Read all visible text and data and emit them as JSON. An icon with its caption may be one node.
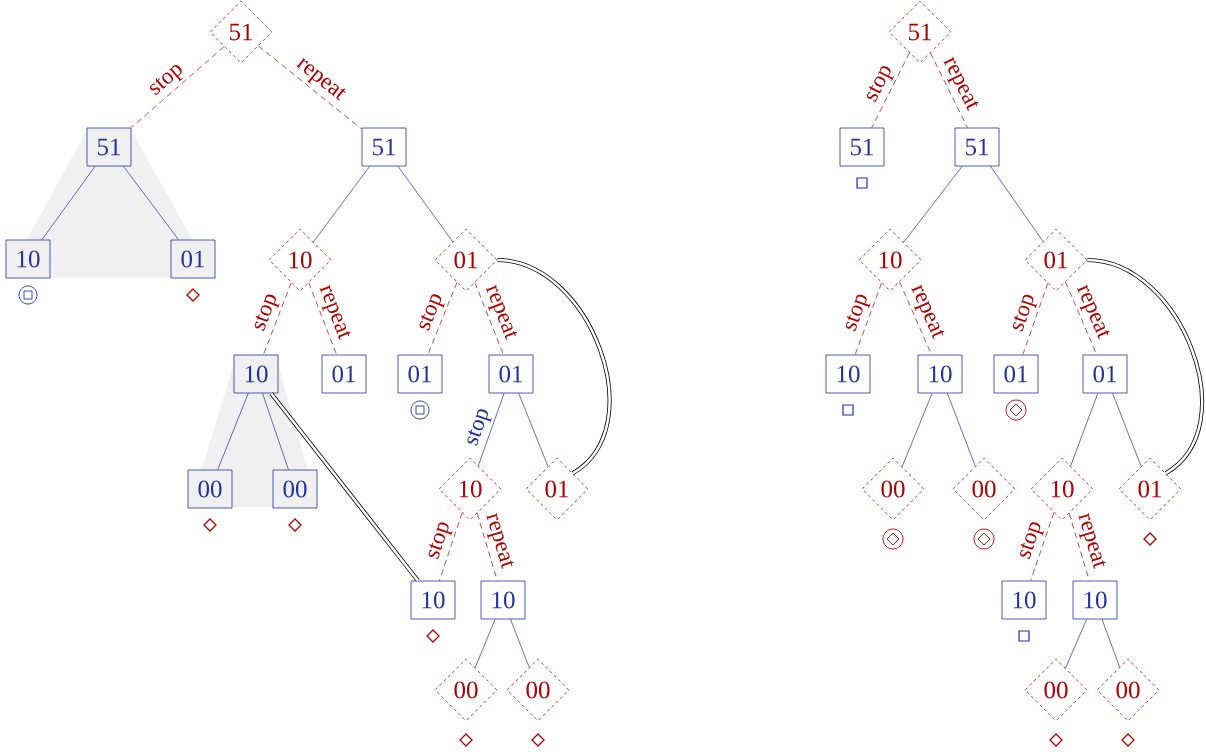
{
  "diagram": {
    "nodes": [
      {
        "text": [
          "51"
        ]
      },
      {
        "text": [
          "51"
        ]
      },
      {
        "text": [
          "10"
        ]
      },
      {
        "text": [
          "01"
        ]
      },
      {
        "text": [
          "51"
        ]
      },
      {
        "text": [
          "10"
        ]
      },
      {
        "text": [
          "01"
        ]
      },
      {
        "text": [
          "10"
        ]
      },
      {
        "text": [
          "00"
        ]
      },
      {
        "text": [
          "00"
        ]
      },
      {
        "text": [
          "01"
        ]
      },
      {
        "text": [
          "01"
        ]
      },
      {
        "text": [
          "01"
        ]
      },
      {
        "text": [
          "10"
        ]
      },
      {
        "text": [
          "01"
        ]
      },
      {
        "text": [
          "10"
        ]
      },
      {
        "text": [
          "10"
        ]
      },
      {
        "text": [
          "00"
        ]
      },
      {
        "text": [
          "00"
        ]
      },
      {
        "text": [
          "51"
        ]
      },
      {
        "text": [
          "51"
        ]
      },
      {
        "text": [
          "51"
        ]
      },
      {
        "text": [
          "10"
        ]
      },
      {
        "text": [
          "10"
        ]
      },
      {
        "text": [
          "10"
        ]
      },
      {
        "text": [
          "00"
        ]
      },
      {
        "text": [
          "00"
        ]
      },
      {
        "text": [
          "01"
        ]
      },
      {
        "text": [
          "01"
        ]
      },
      {
        "text": [
          "01"
        ]
      },
      {
        "text": [
          "10"
        ]
      },
      {
        "text": [
          "10"
        ]
      },
      {
        "text": [
          "10"
        ]
      },
      {
        "text": [
          "00"
        ]
      },
      {
        "text": [
          "00"
        ]
      },
      {
        "text": [
          "01"
        ]
      }
    ],
    "edges": [
      {
        "from": 0,
        "to": 1,
        "arrow": "none",
        "label": "stop",
        "style": "dashed",
        "color": "#b00000"
      },
      {
        "from": 0,
        "to": 4,
        "arrow": "none",
        "label": "repeat",
        "style": "dashed",
        "color": "#b00000"
      },
      {
        "from": 1,
        "to": 2,
        "arrow": "none"
      },
      {
        "from": 1,
        "to": 3,
        "arrow": "none"
      },
      {
        "from": 4,
        "to": 5,
        "arrow": "none"
      },
      {
        "from": 4,
        "to": 6,
        "arrow": "none"
      },
      {
        "from": 5,
        "to": 7,
        "arrow": "none",
        "label": "stop",
        "style": "dashed",
        "color": "#b00000"
      },
      {
        "from": 5,
        "to": 10,
        "arrow": "none",
        "label": "repeat",
        "style": "dashed",
        "color": "#b00000"
      },
      {
        "from": 6,
        "to": 11,
        "arrow": "none",
        "label": "stop",
        "style": "dashed",
        "color": "#b00000"
      },
      {
        "from": 6,
        "to": 12,
        "arrow": "none",
        "label": "repeat",
        "style": "dashed",
        "color": "#b00000"
      },
      {
        "from": 7,
        "to": 8,
        "arrow": "none"
      },
      {
        "from": 7,
        "to": 9,
        "arrow": "none"
      },
      {
        "from": 12,
        "to": 13,
        "arrow": "none",
        "label": "stop"
      },
      {
        "from": 12,
        "to": 14,
        "arrow": "none"
      },
      {
        "from": 13,
        "to": 15,
        "arrow": "none",
        "label": "stop",
        "style": "dashed",
        "color": "#b00000"
      },
      {
        "from": 13,
        "to": 16,
        "arrow": "none",
        "label": "repeat",
        "style": "dashed",
        "color": "#b00000"
      },
      {
        "from": 16,
        "to": 17,
        "arrow": "none"
      },
      {
        "from": 16,
        "to": 18,
        "arrow": "none"
      },
      {
        "from": 7,
        "to": 15,
        "arrow": "none",
        "style": "thick",
        "color": "#000000"
      },
      {
        "from": 6,
        "to": 14,
        "arrow": "none",
        "style": "thick",
        "color": "#000000"
      },
      {
        "from": 19,
        "to": 20,
        "arrow": "none",
        "label": "stop",
        "style": "dashed",
        "color": "#b00000"
      },
      {
        "from": 19,
        "to": 21,
        "arrow": "none",
        "label": "repeat",
        "style": "dashed",
        "color": "#b00000"
      },
      {
        "from": 21,
        "to": 22,
        "arrow": "none"
      },
      {
        "from": 21,
        "to": 27,
        "arrow": "none"
      },
      {
        "from": 22,
        "to": 23,
        "arrow": "none",
        "label": "stop",
        "style": "dashed",
        "color": "#b00000"
      },
      {
        "from": 22,
        "to": 24,
        "arrow": "none",
        "label": "repeat",
        "style": "dashed",
        "color": "#b00000"
      },
      {
        "from": 24,
        "to": 25,
        "arrow": "none"
      },
      {
        "from": 24,
        "to": 26,
        "arrow": "none"
      },
      {
        "from": 27,
        "to": 28,
        "arrow": "none",
        "label": "stop",
        "style": "dashed",
        "color": "#b00000"
      },
      {
        "from": 27,
        "to": 29,
        "arrow": "none",
        "label": "repeat",
        "style": "dashed",
        "color": "#b00000"
      },
      {
        "from": 29,
        "to": 30,
        "arrow": "none"
      },
      {
        "from": 29,
        "to": 35,
        "arrow": "none"
      },
      {
        "from": 30,
        "to": 31,
        "arrow": "none",
        "label": "stop",
        "style": "dashed",
        "color": "#b00000"
      },
      {
        "from": 30,
        "to": 32,
        "arrow": "none",
        "label": "repeat",
        "style": "dashed",
        "color": "#b00000"
      },
      {
        "from": 32,
        "to": 33,
        "arrow": "none"
      },
      {
        "from": 32,
        "to": 34,
        "arrow": "none"
      },
      {
        "from": 27,
        "to": 35,
        "arrow": "none",
        "style": "thick",
        "color": "#000000"
      }
    ]
  }
}
